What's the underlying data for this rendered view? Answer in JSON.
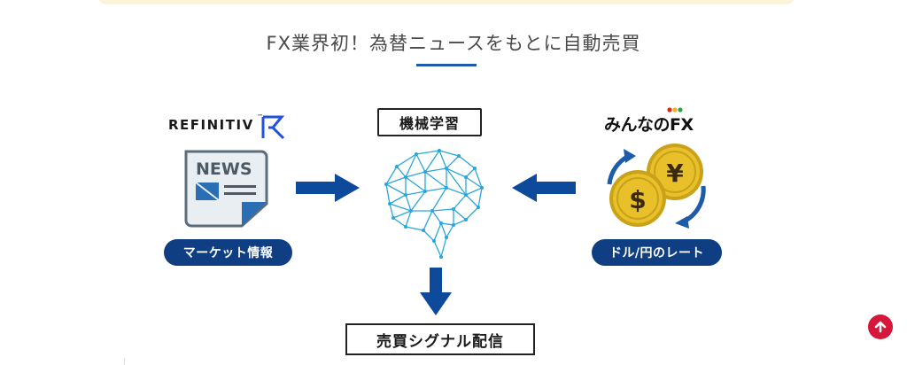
{
  "section": {
    "title": "FX業界初！為替ニュースをもとに自動売買"
  },
  "left": {
    "logo_text": "REFINITIV",
    "logo_tm": "™",
    "news_icon_label": "NEWS",
    "pill_label": "マーケット情報"
  },
  "center": {
    "ml_label": "機械学習",
    "output_label": "売買シグナル配信"
  },
  "right": {
    "logo_text": "みんなのFX",
    "coin_yen": "¥",
    "coin_dollar": "$",
    "pill_label": "ドル/円のレート"
  },
  "colors": {
    "primary_blue": "#0f3f82",
    "arrow_blue": "#0d4a9c",
    "brain_blue": "#2aa6d9",
    "coin_gold": "#e8c02a",
    "scroll_red": "#d4173a",
    "banner": "#fbf3dc"
  },
  "icons": [
    "refinitiv-mark-icon",
    "news-icon",
    "brain-network-icon",
    "coins-icon",
    "arrow-up-icon"
  ]
}
